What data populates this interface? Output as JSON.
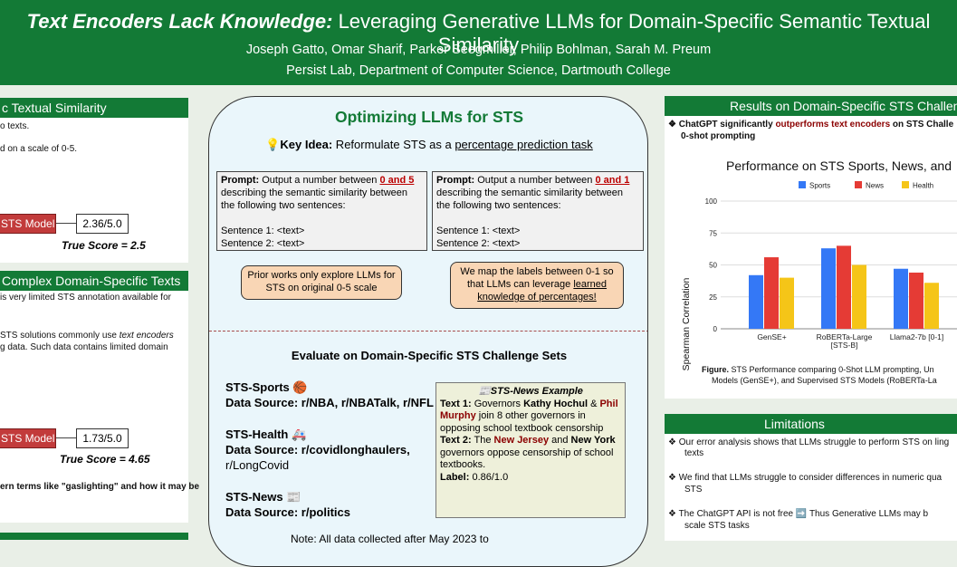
{
  "header": {
    "title_italic": "Text Encoders Lack Knowledge:",
    "title_rest": " Leveraging Generative LLMs for Domain-Specific Semantic Textual Similarity",
    "authors": "Joseph Gatto, Omar Sharif, Parker Seegmiller, Philip Bohlman, Sarah M. Preum",
    "affiliation": "Persist Lab, Department of Computer Science, Dartmouth College"
  },
  "left": {
    "sec1_title": "c Textual Similarity",
    "sec1_line1": "o texts.",
    "sec1_line2": "d on a scale of 0-5.",
    "model1_label": "STS Model",
    "model1_score": "2.36/5.0",
    "true1": "True Score = 2.5",
    "sec2_title": "Complex Domain-Specific Texts",
    "sec2_line1": "is very limited STS annotation available for",
    "sec2_line2a": "STS solutions commonly use ",
    "sec2_line2b": "text encoders",
    "sec2_line3": "g data. Such data contains limited domain",
    "model2_label": "STS Model",
    "model2_score": "1.73/5.0",
    "true2": "True Score = 4.65",
    "bottom_line": "ern terms like \"gaslighting\" and how it may be"
  },
  "middle": {
    "title": "Optimizing LLMs for STS",
    "key_icon": "💡",
    "key_label": "Key Idea:",
    "key_text": " Reformulate STS as a ",
    "key_link": "percentage prediction task",
    "prompt_label": "Prompt:",
    "p1_text_a": " Output a number between ",
    "p1_range": "0 and 5",
    "p2_range": "0 and 1",
    "p_text_b": "describing the semantic similarity between the following two sentences:",
    "sent1": "Sentence 1: <text>",
    "sent2": "Sentence 2: <text>",
    "note1": "Prior works only explore LLMs for STS on original 0-5 scale",
    "note2_a": "We map the labels between 0-1 so that LLMs can leverage ",
    "note2_link": "learned knowledge of percentages!",
    "eval_title": "Evaluate on Domain-Specific STS Challenge Sets",
    "sports_name": "STS-Sports",
    "sports_icon": "🏀",
    "sports_src": "Data Source: r/NBA, r/NBATalk, r/NFL",
    "health_name": "STS-Health",
    "health_icon": "🚑",
    "health_src1": "Data Source: r/covidlonghaulers,",
    "health_src2": "r/LongCovid",
    "news_name": "STS-News",
    "news_icon": "📰",
    "news_src": "Data Source: r/politics",
    "footnote": "Note: All data collected after May 2023 to",
    "newsbox": {
      "icon": "📰",
      "title": "STS-News Example",
      "t1_label": "Text 1:",
      "t1_a": " Governors ",
      "t1_name1": "Kathy Hochul",
      "t1_b": " & ",
      "t1_name2": "Phil Murphy",
      "t1_c": " join 8 other governors in opposing school textbook censorship",
      "t2_label": "Text 2:",
      "t2_a": " The ",
      "t2_name1": "New Jersey",
      "t2_b": " and ",
      "t2_name2": "New York",
      "t2_c": " governors oppose censorship of school textbooks.",
      "label_label": "Label:",
      "label_val": " 0.86/1.0"
    }
  },
  "right": {
    "results_title": "Results on Domain-Specific STS Challeng",
    "bullet_a": "ChatGPT significantly ",
    "bullet_b": "outperforms text encoders",
    "bullet_c": " on STS Challe",
    "bullet_d": "0-shot prompting",
    "caption_label": "Figure.",
    "caption1": " STS Performance comparing 0-Shot LLM prompting, Un",
    "caption2": "Models (GenSE+), and Supervised STS Models (RoBERTa-La",
    "limitations_title": "Limitations",
    "lim1a": "Our error analysis shows that LLMs struggle to perform STS on ling",
    "lim1b": "texts",
    "lim2a": "We find that LLMs struggle to consider differences in numeric qua",
    "lim2b": "STS",
    "lim3a": "The ChatGPT API is not free ",
    "lim3_icon": "➡️",
    "lim3b": " Thus Generative LLMs may b",
    "lim3c": "scale STS tasks"
  },
  "chart_data": {
    "type": "bar",
    "title": "Performance on STS Sports, News, and",
    "ylabel": "Spearman Correlation",
    "xlabel": "",
    "ylim": [
      0,
      100
    ],
    "yticks": [
      "0",
      "25",
      "50",
      "75",
      "100"
    ],
    "categories": [
      "GenSE+",
      "RoBERTa-Large [STS-B]",
      "Llama2-7b [0-1]"
    ],
    "series": [
      {
        "name": "Sports",
        "color": "#3478f6",
        "values": [
          42,
          63,
          47
        ]
      },
      {
        "name": "News",
        "color": "#e53b35",
        "values": [
          56,
          65,
          44
        ]
      },
      {
        "name": "Health",
        "color": "#f5c518",
        "values": [
          40,
          50,
          36
        ]
      }
    ],
    "legend": "top",
    "grid": true
  }
}
